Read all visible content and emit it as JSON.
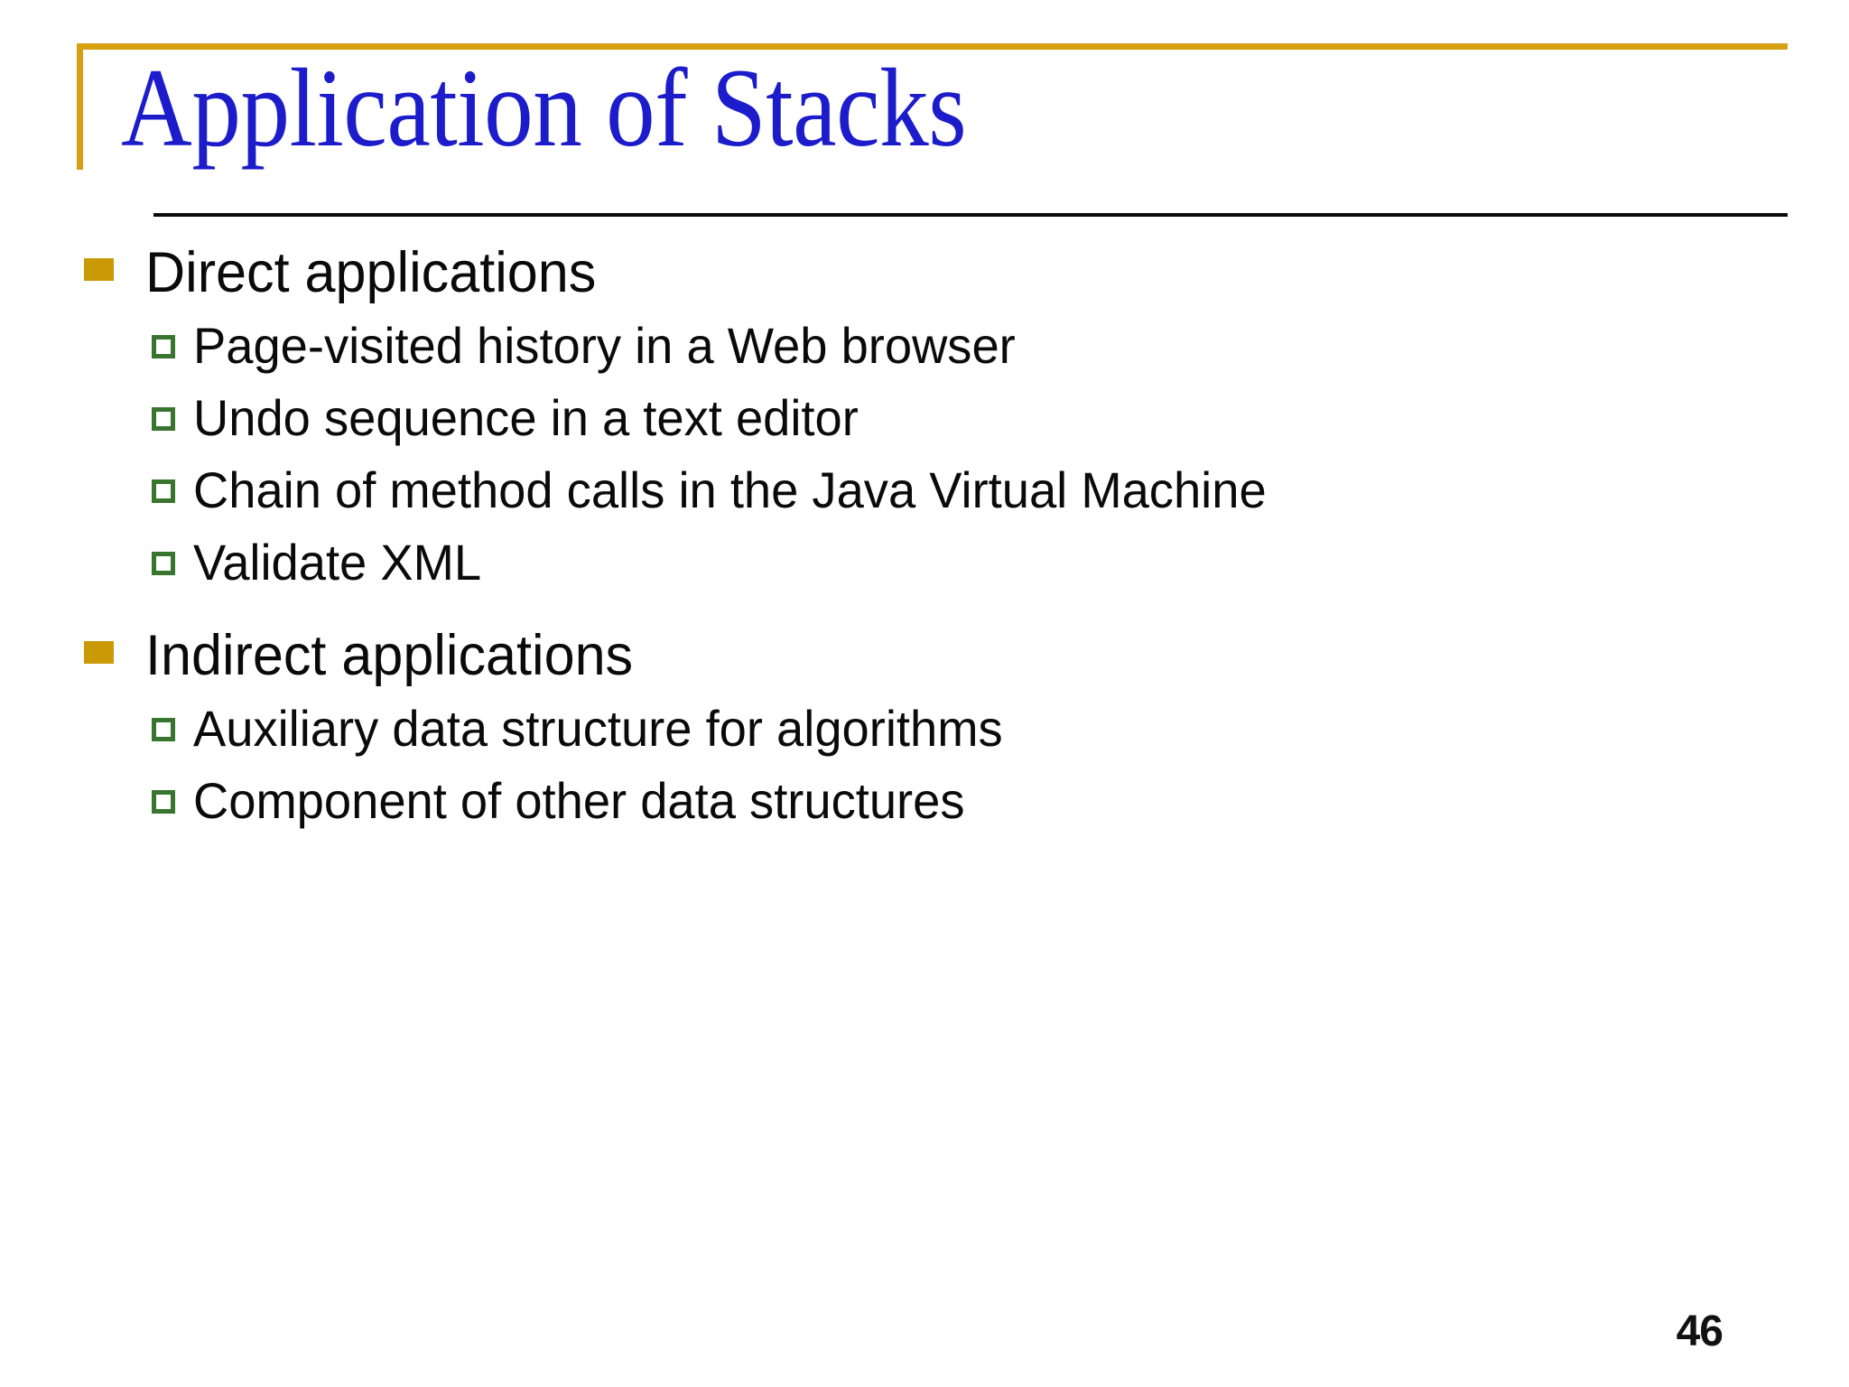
{
  "slide": {
    "title": "Application of Stacks",
    "page_number": "46",
    "colors": {
      "title": "#1c1ccb",
      "gold_rule": "#d6a013",
      "gold_bullet": "#c99a06",
      "green_bullet": "#38762f",
      "body_text": "#0a0a0a",
      "black_rule": "#0b0b0b",
      "background": "#ffffff"
    },
    "bullets": [
      {
        "level": 1,
        "marker": "gold-square-bullet",
        "text": "Direct applications"
      },
      {
        "level": 2,
        "marker": "green-hollow-square-bullet",
        "text": "Page-visited history in a Web browser"
      },
      {
        "level": 2,
        "marker": "green-hollow-square-bullet",
        "text": "Undo sequence in a text editor"
      },
      {
        "level": 2,
        "marker": "green-hollow-square-bullet",
        "text": "Chain of method calls in the Java Virtual Machine"
      },
      {
        "level": 2,
        "marker": "green-hollow-square-bullet",
        "text": "Validate XML"
      },
      {
        "level": 1,
        "marker": "gold-square-bullet",
        "text": "Indirect applications"
      },
      {
        "level": 2,
        "marker": "green-hollow-square-bullet",
        "text": "Auxiliary data structure for algorithms"
      },
      {
        "level": 2,
        "marker": "green-hollow-square-bullet",
        "text": "Component of other data structures"
      }
    ]
  }
}
